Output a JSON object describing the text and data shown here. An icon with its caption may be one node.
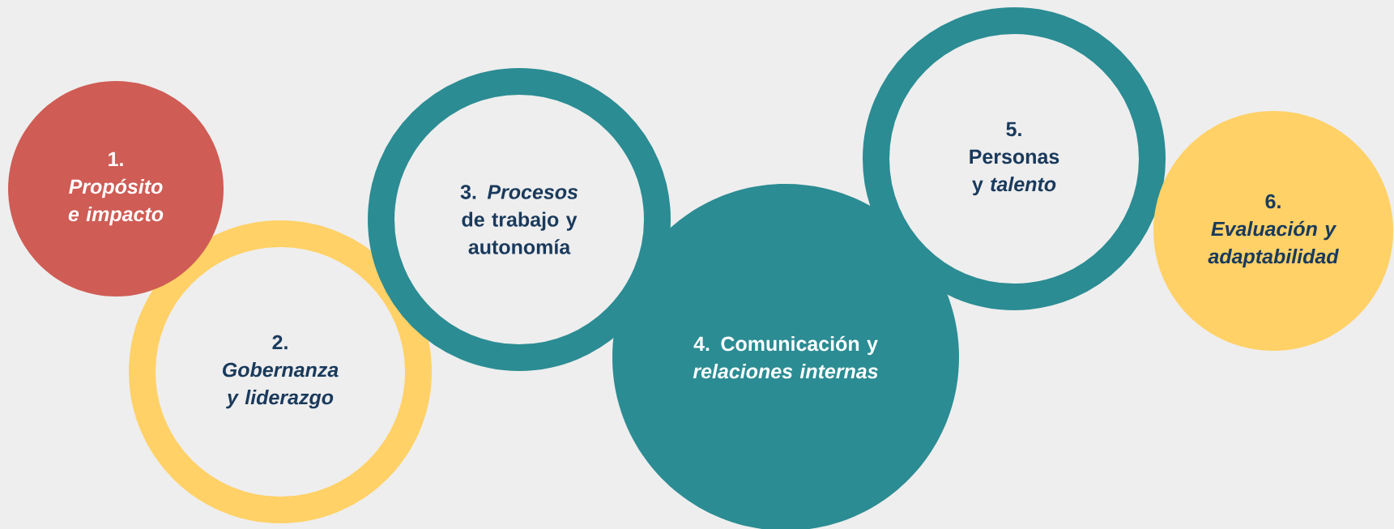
{
  "diagram": {
    "nodes": [
      {
        "text": [
          "1.",
          "Propósito e impacto"
        ]
      },
      {
        "text": [
          "2.",
          "Gobernanza y liderazgo"
        ]
      },
      {
        "text": [
          "3. *Procesos* de trabajo y autonomía"
        ]
      },
      {
        "text": [
          "4. Comunicación y *relaciones internas*"
        ]
      },
      {
        "text": [
          "5.",
          "Personas y *talento*"
        ]
      },
      {
        "text": [
          "6.",
          "Evaluación y adaptabilidad"
        ]
      }
    ]
  }
}
